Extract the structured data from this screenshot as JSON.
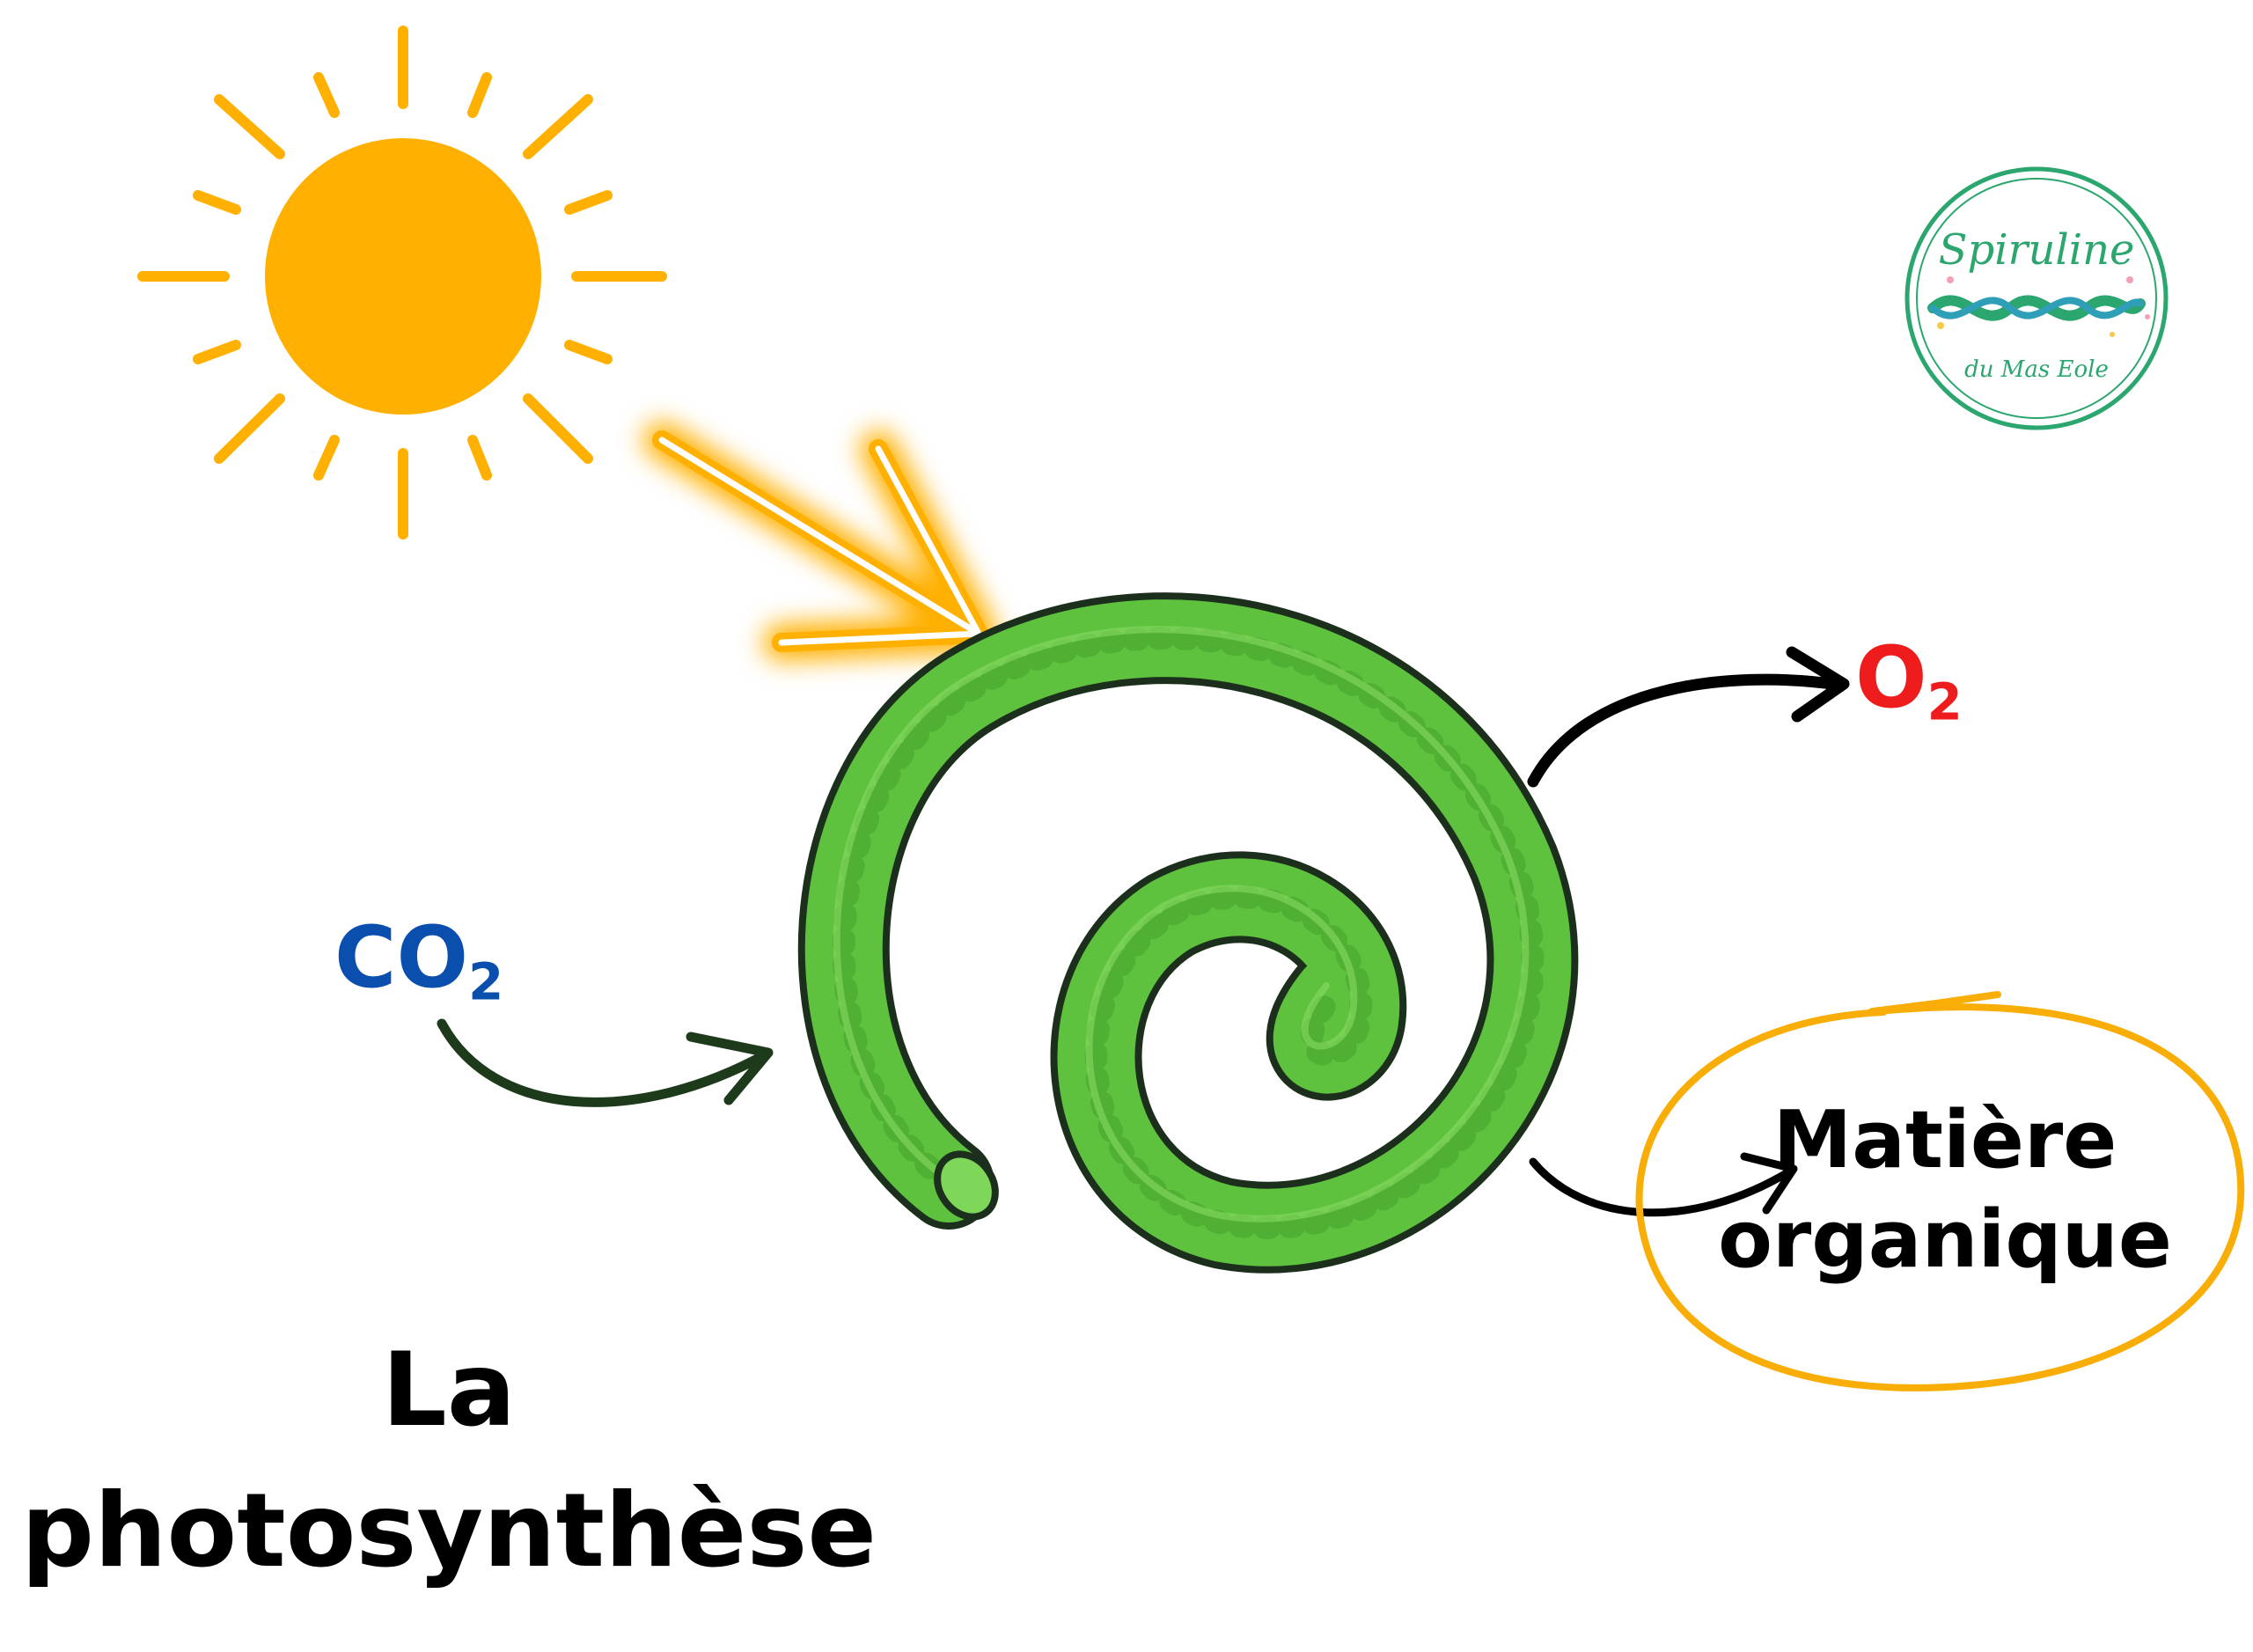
{
  "logo": {
    "text_top": "Spiruline",
    "text_bottom": "du Mas Eole"
  },
  "inputs": {
    "co2_main": "CO",
    "co2_sub": "2"
  },
  "outputs": {
    "o2_main": "O",
    "o2_sub": "2",
    "product_line1": "Matière",
    "product_line2": "organique"
  },
  "title": {
    "line1": "La",
    "line2": "photosynthèse"
  },
  "colors": {
    "sun": "#ffb000",
    "spiral": "#5ec23e",
    "co2": "#0a4fae",
    "o2": "#ee1c1c",
    "circle": "#f8ad07",
    "logo_ring": "#2aa66e"
  },
  "icons": [
    "sun-icon",
    "sunlight-arrow-icon",
    "spirulina-spiral-icon",
    "logo-badge-icon"
  ]
}
